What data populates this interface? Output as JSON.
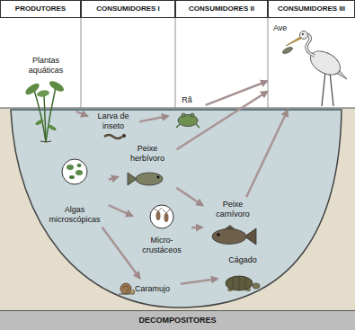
{
  "diagram": {
    "nodes": [
      {
        "text": [
          "PRODUTORES"
        ]
      },
      {
        "text": [
          "CONSUMIDORES I"
        ]
      },
      {
        "text": [
          "CONSUMIDORES II"
        ]
      },
      {
        "text": [
          "CONSUMIDORES III"
        ]
      },
      {
        "text": [
          "Plantas aquáticas"
        ]
      },
      {
        "text": [
          "Larva de inseto"
        ]
      },
      {
        "text": [
          "Peixe herbívoro"
        ]
      },
      {
        "text": [
          "Algas microscópicas"
        ]
      },
      {
        "text": [
          "Micro- crustáceos"
        ]
      },
      {
        "text": [
          "Caramujo"
        ]
      },
      {
        "text": [
          "Rã"
        ]
      },
      {
        "text": [
          "Peixe carnívoro"
        ]
      },
      {
        "text": [
          "Cágado"
        ]
      },
      {
        "text": [
          "Ave"
        ]
      },
      {
        "text": [
          "DECOMPOSITORES"
        ]
      }
    ],
    "edges": [
      {
        "from": 4,
        "to": 5,
        "arrow": "to"
      },
      {
        "from": 7,
        "to": 6,
        "arrow": "to"
      },
      {
        "from": 7,
        "to": 8,
        "arrow": "to"
      },
      {
        "from": 7,
        "to": 9,
        "arrow": "to"
      },
      {
        "from": 5,
        "to": 10,
        "arrow": "to"
      },
      {
        "from": 6,
        "to": 11,
        "arrow": "to"
      },
      {
        "from": 8,
        "to": 11,
        "arrow": "to"
      },
      {
        "from": 9,
        "to": 12,
        "arrow": "to"
      },
      {
        "from": 10,
        "to": 13,
        "arrow": "to"
      },
      {
        "from": 6,
        "to": 13,
        "arrow": "to"
      },
      {
        "from": 11,
        "to": 13,
        "arrow": "to"
      }
    ]
  }
}
